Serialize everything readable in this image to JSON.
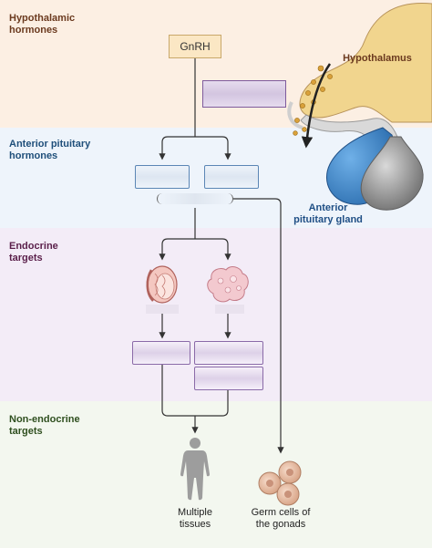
{
  "bands": {
    "hypothalamic": "Hypothalamic\nhormones",
    "anterior": "Anterior pituitary\nhormones",
    "endocrine": "Endocrine\ntargets",
    "non_endocrine": "Non-endocrine\ntargets"
  },
  "labels": {
    "gnrh": "GnRH",
    "hypothalamus": "Hypothalamus",
    "anterior_gland": "Anterior\npituitary gland",
    "multiple_tissues": "Multiple\ntissues",
    "germ_cells": "Germ cells of\nthe gonads"
  },
  "colors": {
    "hypo_band": "#fcefe3",
    "anterior_band": "#eef4fb",
    "endocrine_band": "#f3ecf7",
    "non_endocrine_band": "#f3f7ef",
    "hypo_text": "#6b3a1f",
    "anterior_text": "#1f4f7a",
    "endocrine_text": "#5a1f4a",
    "non_endocrine_text": "#2f4f1f"
  }
}
